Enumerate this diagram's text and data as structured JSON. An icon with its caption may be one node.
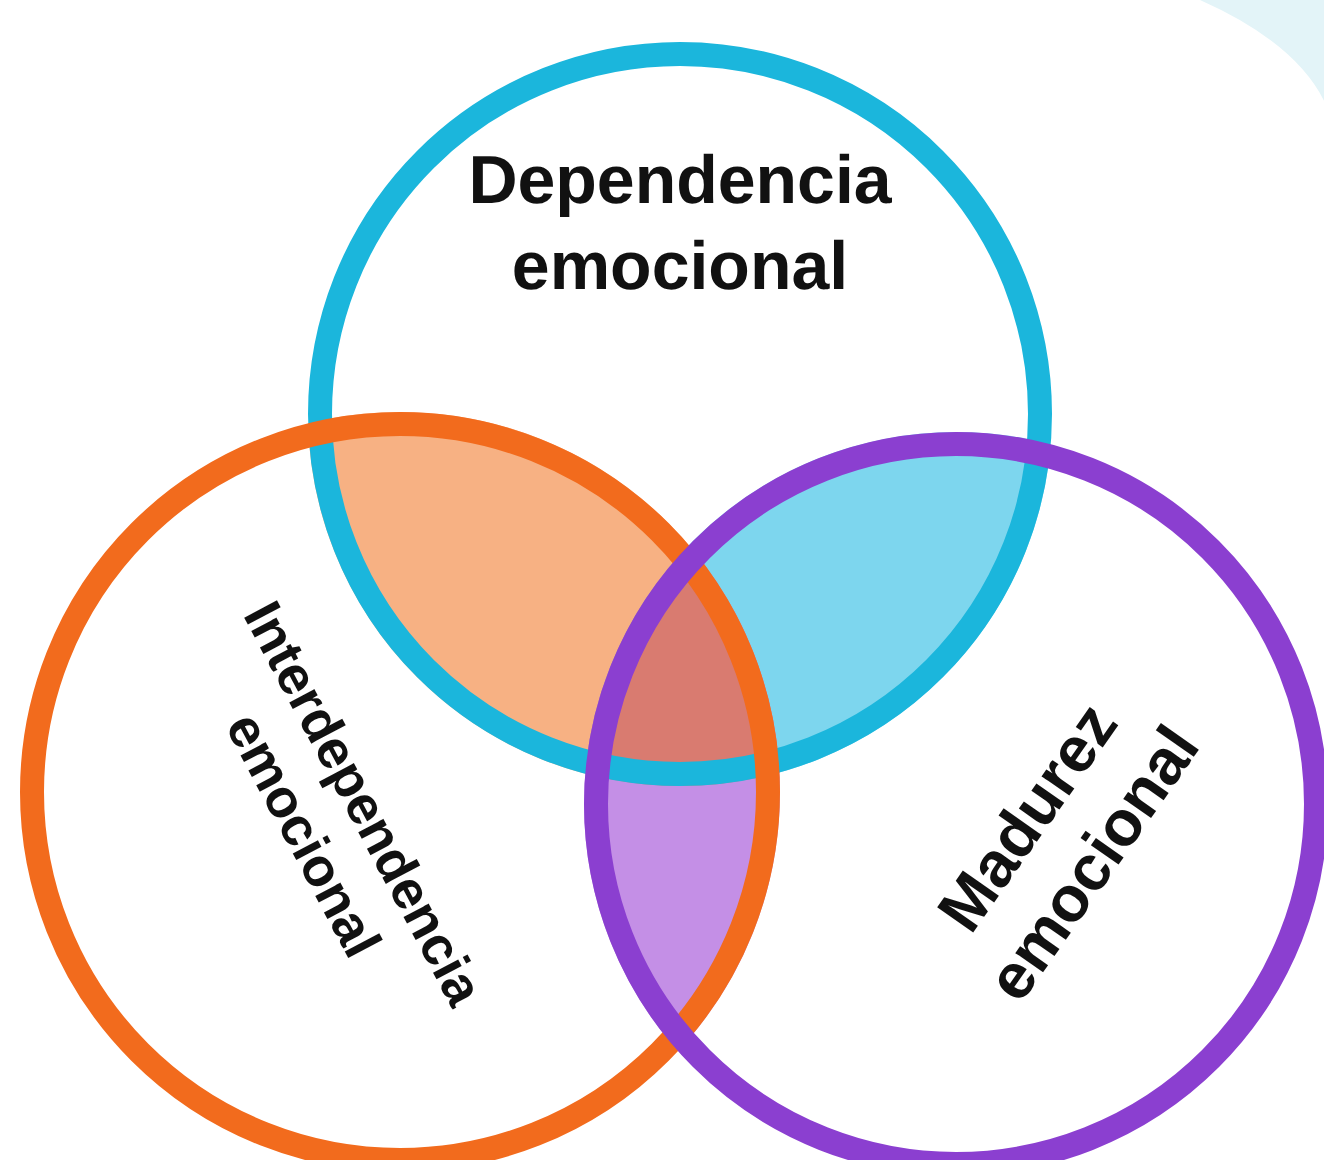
{
  "diagram": {
    "nodes": [
      {
        "text": [
          "Dependencia emocional"
        ]
      },
      {
        "text": [
          "Interdependencia emocional"
        ]
      },
      {
        "text": [
          "Madurez emocional"
        ]
      }
    ]
  }
}
